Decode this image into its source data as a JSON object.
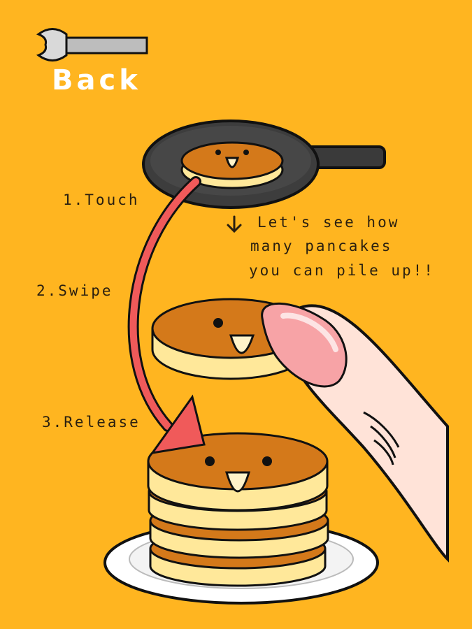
{
  "back_button": {
    "label": "Back",
    "icon": "spatula-icon"
  },
  "steps": {
    "touch": "1.Touch",
    "swipe": "2.Swipe",
    "release": "3.Release"
  },
  "message": {
    "lines": [
      "Let's see how",
      "many pancakes",
      "you can pile up!!"
    ],
    "arrow": "↓"
  },
  "colors": {
    "background": "#FFB520",
    "pancake_top": "#D4791A",
    "pancake_side": "#FFE89A",
    "pan": "#3a3a3a",
    "arrow": "#F05A5A",
    "finger": "#FFE3D8",
    "nail": "#F7A3A6"
  },
  "icons": [
    "spatula-icon",
    "frying-pan-icon",
    "pancake-stack-icon",
    "finger-icon",
    "curved-arrow-icon",
    "down-arrow-icon"
  ]
}
